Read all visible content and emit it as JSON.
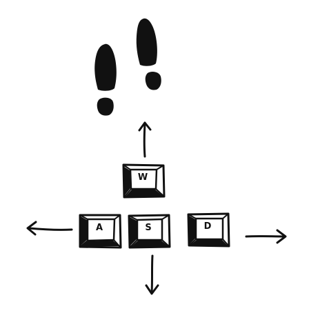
{
  "scene": {
    "ink_color": "#111111",
    "background_color": "#ffffff",
    "keys": {
      "up": "W",
      "left": "A",
      "down": "S",
      "right": "D"
    },
    "icons": {
      "footprints": "footprints-icon",
      "arrow_up": "arrow-up-icon",
      "arrow_left": "arrow-left-icon",
      "arrow_down": "arrow-down-icon",
      "arrow_right": "arrow-right-icon"
    }
  }
}
